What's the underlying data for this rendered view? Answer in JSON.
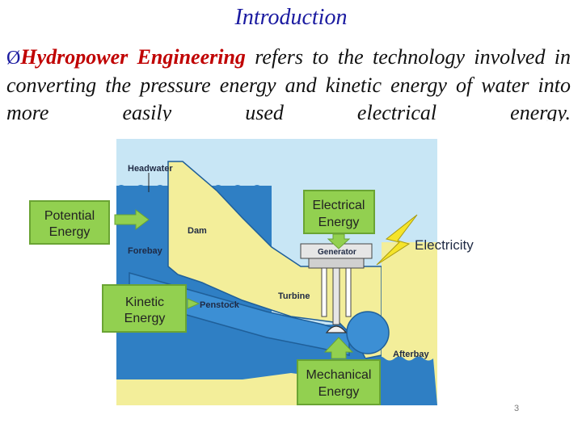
{
  "title": "Introduction",
  "paragraph": {
    "bullet": "Ø",
    "term": "Hydropower Engineering",
    "text": " refers to the technology involved in converting the pressure energy and kinetic energy of water into more easily used electrical energy."
  },
  "diagram": {
    "labels": {
      "headwater": "Headwater",
      "dam": "Dam",
      "forebay": "Forebay",
      "penstock": "Penstock",
      "turbine": "Turbine",
      "generator": "Generator",
      "afterbay": "Afterbay",
      "electricity": "Electricity"
    },
    "energy_boxes": {
      "potential": [
        "Potential",
        "Energy"
      ],
      "kinetic": [
        "Kinetic",
        "Energy"
      ],
      "electrical": [
        "Electrical",
        "Energy"
      ],
      "mechanical": [
        "Mechanical",
        "Energy"
      ]
    },
    "colors": {
      "water": "#2f7fc4",
      "dam": "#f3ee9a",
      "box_fill": "#92d050",
      "box_border": "#6aa433",
      "bolt": "#f5e42a"
    }
  },
  "page_number": "3"
}
